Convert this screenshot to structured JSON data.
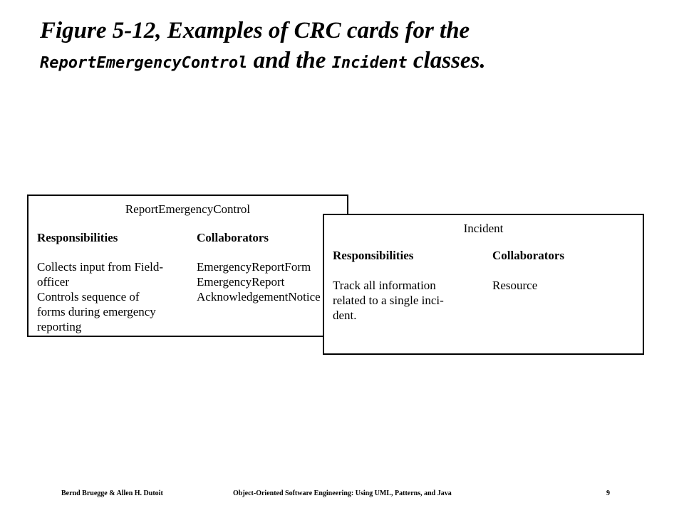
{
  "title": {
    "part1": "Figure 5-12, Examples of CRC cards for the",
    "class1": "ReportEmergencyControl",
    "part2": "and the",
    "class2": "Incident",
    "part3": "classes."
  },
  "cards": [
    {
      "name": "ReportEmergencyControl",
      "responsibilities_label": "Responsibilities",
      "collaborators_label": "Collaborators",
      "responsibilities_text": "Collects input from Field-\nofficer\nControls sequence of\nforms during emergency\nreporting",
      "collaborators_text": "EmergencyReportForm\nEmergencyReport\nAcknowledgementNotice"
    },
    {
      "name": "Incident",
      "responsibilities_label": "Responsibilities",
      "collaborators_label": "Collaborators",
      "responsibilities_text": "Track all information\nrelated to a single inci-\ndent.",
      "collaborators_text": "Resource"
    }
  ],
  "footer": {
    "authors": "Bernd Bruegge & Allen H. Dutoit",
    "book": "Object-Oriented Software Engineering: Using UML, Patterns, and Java",
    "page": "9"
  }
}
